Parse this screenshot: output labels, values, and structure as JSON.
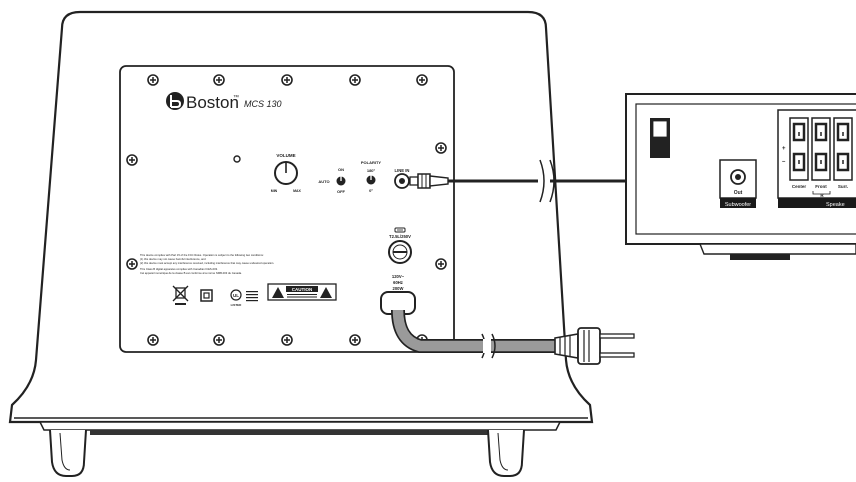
{
  "brand": {
    "name": "Boston",
    "model": "MCS 130",
    "trademark": "™"
  },
  "panel": {
    "volume": {
      "label": "VOLUME",
      "min": "MIN",
      "max": "MAX"
    },
    "power_switch": {
      "on": "ON",
      "auto": "AUTO",
      "off": "OFF"
    },
    "polarity": {
      "label": "POLARITY",
      "deg180": "180°",
      "deg0": "0°"
    },
    "line_in": {
      "label": "LINE IN"
    },
    "fuse": {
      "rating": "T2.5L/250V"
    },
    "power_input": {
      "line1": "120V~",
      "line2": "60Hz",
      "line3": "200W"
    },
    "fcc_text": [
      "This device complies with Part 15 of the FCC Rules. Operation is subject to the following two conditions:",
      "(1) this device may not cause harmful interference, and",
      "(2) this device must accept any interference received, including interference that may cause undesired operation.",
      "This Class B digital apparatus complies with Canadian ICES-003.",
      "Cet appareil numérique de la classe B est conforme à la norme NMB-003 du Canada."
    ],
    "caution": {
      "label": "CAUTION"
    },
    "ul": {
      "mark": "UL",
      "listed": "LISTED"
    }
  },
  "receiver": {
    "out_label": "Out",
    "subwoofer_label": "Subwoofer",
    "speaker_labels": {
      "plus": "+",
      "minus": "–",
      "center": "Center",
      "front": "Front",
      "surr": "Surr.",
      "r": "R",
      "speakers": "Speake"
    }
  },
  "colors": {
    "line": "#222222",
    "panel": "#ffffff",
    "cable_fill": "#9a9a9a",
    "label_bar": "#1a1a1a"
  }
}
